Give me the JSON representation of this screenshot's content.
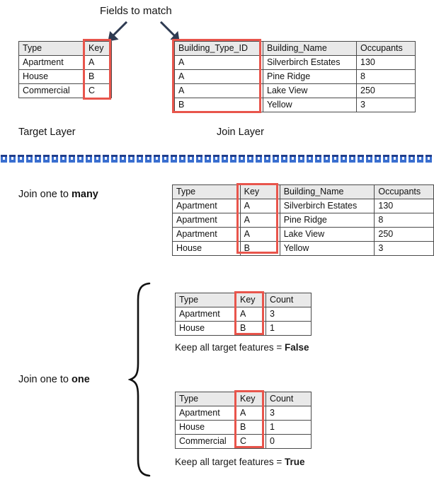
{
  "diagram": {
    "title_note": "Fields to match",
    "layer_labels": {
      "target": "Target Layer",
      "join": "Join Layer"
    },
    "section_labels": {
      "one_to_many_prefix": "Join one to ",
      "one_to_many_strong": "many",
      "one_to_one_prefix": "Join one to ",
      "one_to_one_strong": "one"
    },
    "captions": {
      "keep_false_prefix": "Keep all target features = ",
      "keep_false_strong": "False",
      "keep_true_prefix": "Keep all target features = ",
      "keep_true_strong": "True"
    },
    "colors": {
      "highlight_red": "#e8554c",
      "arrow_navy": "#2e3b52",
      "divider_blue": "#3a6fd0",
      "divider_dark_blue": "#1f3d8c",
      "header_gray": "#e9e9e9",
      "border_gray": "#4a4a4a"
    },
    "icons": {
      "arrow_left": "arrow-down-left-icon",
      "arrow_right": "arrow-down-right-icon",
      "brace": "curly-brace-icon",
      "divider": "dashed-divider-icon"
    }
  },
  "tables": {
    "target_layer": {
      "headers": [
        "Type",
        "Key"
      ],
      "rows": [
        [
          "Apartment",
          "A"
        ],
        [
          "House",
          "B"
        ],
        [
          "Commercial",
          "C"
        ]
      ]
    },
    "join_layer": {
      "headers": [
        "Building_Type_ID",
        "Building_Name",
        "Occupants"
      ],
      "rows": [
        [
          "A",
          "Silverbirch Estates",
          "130"
        ],
        [
          "A",
          "Pine Ridge",
          "8"
        ],
        [
          "A",
          "Lake View",
          "250"
        ],
        [
          "B",
          "Yellow",
          "3"
        ]
      ]
    },
    "one_to_many_result": {
      "headers": [
        "Type",
        "Key",
        "Building_Name",
        "Occupants"
      ],
      "rows": [
        [
          "Apartment",
          "A",
          "Silverbirch Estates",
          "130"
        ],
        [
          "Apartment",
          "A",
          "Pine Ridge",
          "8"
        ],
        [
          "Apartment",
          "A",
          "Lake View",
          "250"
        ],
        [
          "House",
          "B",
          "Yellow",
          "3"
        ]
      ]
    },
    "one_to_one_false": {
      "headers": [
        "Type",
        "Key",
        "Count"
      ],
      "rows": [
        [
          "Apartment",
          "A",
          "3"
        ],
        [
          "House",
          "B",
          "1"
        ]
      ]
    },
    "one_to_one_true": {
      "headers": [
        "Type",
        "Key",
        "Count"
      ],
      "rows": [
        [
          "Apartment",
          "A",
          "3"
        ],
        [
          "House",
          "B",
          "1"
        ],
        [
          "Commercial",
          "C",
          "0"
        ]
      ]
    }
  }
}
